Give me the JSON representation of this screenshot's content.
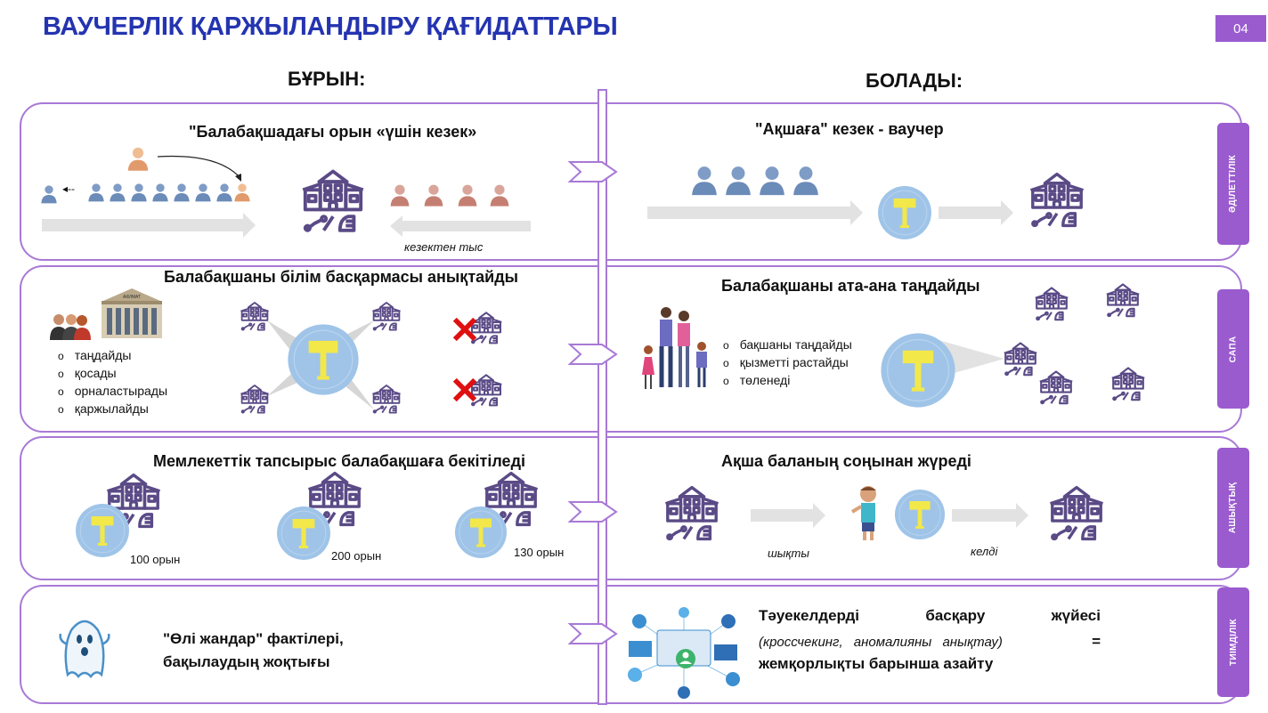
{
  "header": {
    "title": "ВАУЧЕРЛІК ҚАРЖЫЛАНДЫРУ ҚАҒИДАТТАРЫ",
    "page_number": "04"
  },
  "columns": {
    "before": "БҰРЫН:",
    "after": "БОЛАДЫ:"
  },
  "rows": [
    {
      "tab": "ӘДІЛЕТТІЛІК",
      "before_heading": "\"Балабақшадағы орын «үшін кезек»",
      "before_note": "кезектен тыс",
      "after_heading": "\"Ақшаға\" кезек - ваучер"
    },
    {
      "tab": "САПА",
      "before_heading": "Балабақшаны білім басқармасы анықтайды",
      "before_list": [
        "таңдайды",
        "қосады",
        "орналастырады",
        "қаржылайды"
      ],
      "building_sign": "АКИМАТ",
      "after_heading": "Балабақшаны ата-ана таңдайды",
      "after_list": [
        "бақшаны таңдайды",
        "қызметті растайды",
        "төленеді"
      ]
    },
    {
      "tab": "АШЫҚТЫҚ",
      "before_heading": "Мемлекеттік тапсырыс балабақшаға бекітіледі",
      "before_labels": [
        "100 орын",
        "200 орын",
        "130 орын"
      ],
      "after_heading": "Ақша баланың соңынан жүреді",
      "after_labels": [
        "шықты",
        "келді"
      ]
    },
    {
      "tab": "ТИІМДІЛІК",
      "before_lines": [
        "\"Өлі жандар\" фактілері,",
        "бақылаудың жоқтығы"
      ],
      "after_line1_words": [
        "Тәуекелдерді",
        "басқару",
        "жүйесі"
      ],
      "after_line2": "(кроссчекинг, аномалияны анықтау)",
      "after_eq": "=",
      "after_line3": "жемқорлықты барынша азайту"
    }
  ],
  "coin_symbol": "Т",
  "colors": {
    "accent": "#9a5bcf",
    "title": "#2434b0",
    "icon": "#5a4a86",
    "coin": "#9fc4e8",
    "coin_text": "#f2e84a"
  }
}
